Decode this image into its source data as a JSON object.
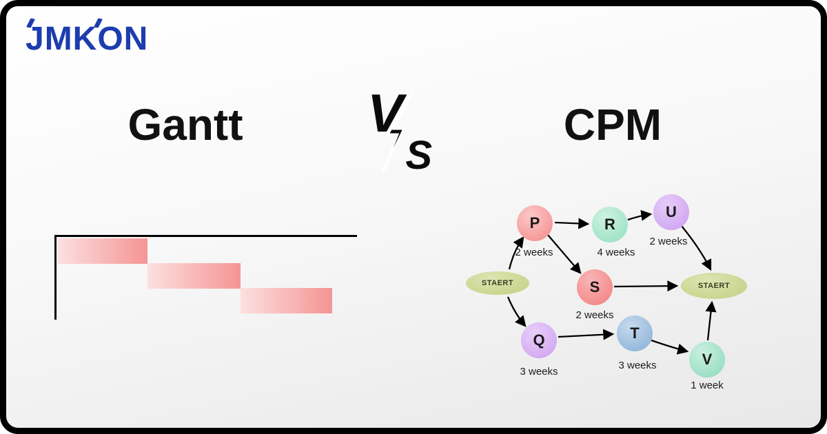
{
  "brand": {
    "logo_text": "JMKON",
    "logo_color": "#1d3cae"
  },
  "comparison": {
    "left_title": "Gantt",
    "vs_v": "V",
    "vs_s": "S",
    "right_title": "CPM"
  },
  "gantt_chart": {
    "bar_count": 3,
    "bar_gradient_start": "#fde0e0",
    "bar_gradient_end": "#f59494",
    "axis_color": "#000000"
  },
  "cpm_diagram": {
    "start_label": "STAERT",
    "end_label": "STAERT",
    "terminal_color": "#c9d48f",
    "nodes": [
      {
        "id": "P",
        "label": "P",
        "duration": "2 weeks",
        "color": "#f48989"
      },
      {
        "id": "R",
        "label": "R",
        "duration": "4 weeks",
        "color": "#92dfbf"
      },
      {
        "id": "U",
        "label": "U",
        "duration": "2 weeks",
        "color": "#ca9cf0"
      },
      {
        "id": "S",
        "label": "S",
        "duration": "2 weeks",
        "color": "#f37e7e"
      },
      {
        "id": "Q",
        "label": "Q",
        "duration": "3 weeks",
        "color": "#cc9ef1"
      },
      {
        "id": "T",
        "label": "T",
        "duration": "3 weeks",
        "color": "#85add6"
      },
      {
        "id": "V",
        "label": "V",
        "duration": "1 week",
        "color": "#8bd9bc"
      }
    ],
    "edges": [
      "STAERT→P",
      "STAERT→Q",
      "P→R",
      "P→S",
      "R→U",
      "U→STAERT",
      "S→STAERT",
      "Q→T",
      "T→V",
      "V→STAERT"
    ]
  }
}
